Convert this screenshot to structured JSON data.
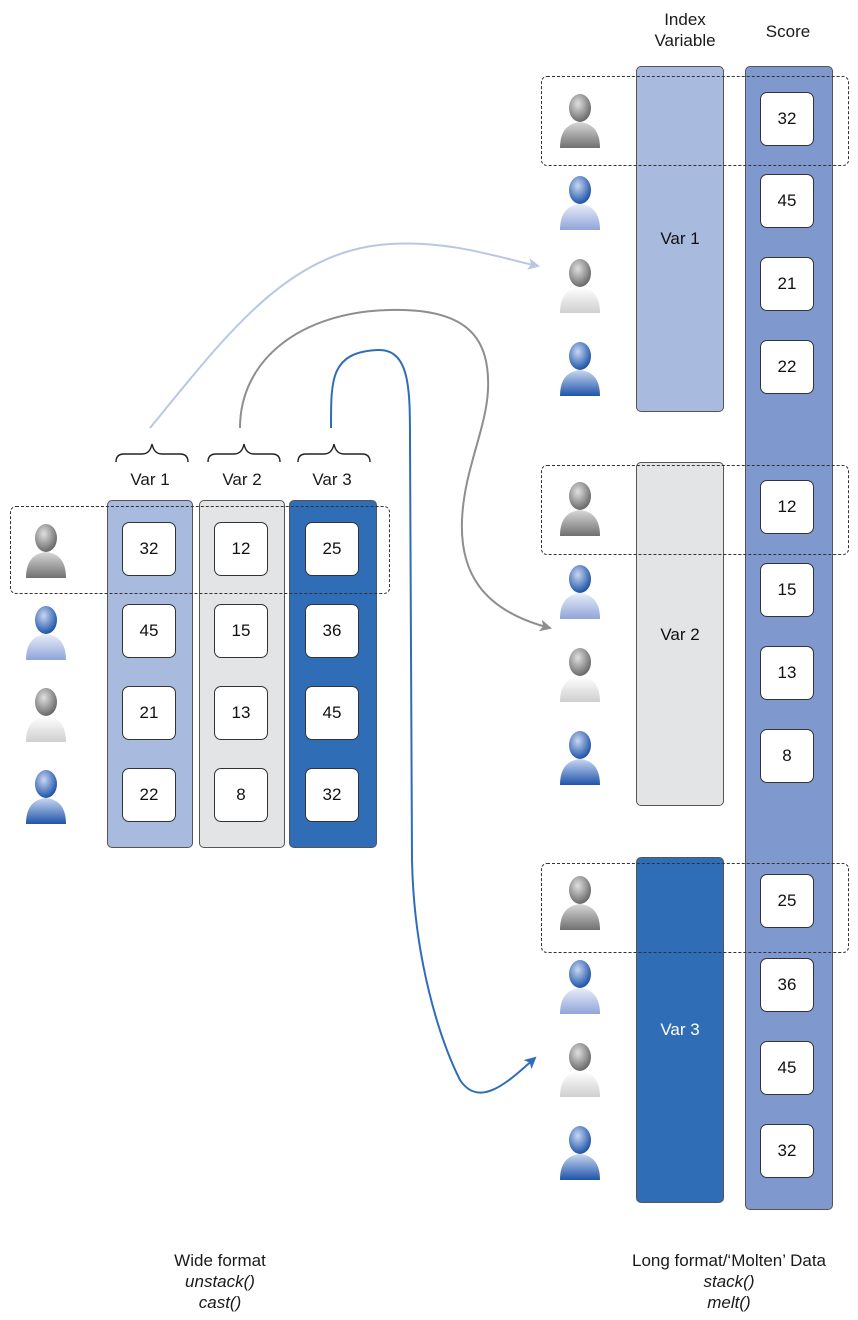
{
  "colors": {
    "var1": "#a9badf",
    "var2": "#e3e4e6",
    "var3": "#2f6db7",
    "score": "#7f98cd",
    "arrow_var1": "#b9c6e4",
    "arrow_var2": "#8e8e8e",
    "arrow_var3": "#2f6db7"
  },
  "wide": {
    "headers": [
      "Var 1",
      "Var 2",
      "Var 3"
    ],
    "rows": [
      [
        "32",
        "12",
        "25"
      ],
      [
        "45",
        "15",
        "36"
      ],
      [
        "21",
        "13",
        "45"
      ],
      [
        "22",
        "8",
        "32"
      ]
    ],
    "caption": {
      "title": "Wide format",
      "fn1": "unstack()",
      "fn2": "cast()"
    }
  },
  "long": {
    "header_index": "Index\nVariable",
    "header_index_line1": "Index",
    "header_index_line2": "Variable",
    "header_score": "Score",
    "blocks": [
      {
        "label": "Var 1",
        "scores": [
          "32",
          "45",
          "21",
          "22"
        ]
      },
      {
        "label": "Var 2",
        "scores": [
          "12",
          "15",
          "13",
          "8"
        ]
      },
      {
        "label": "Var 3",
        "scores": [
          "25",
          "36",
          "45",
          "32"
        ]
      }
    ],
    "caption": {
      "title": "Long format/‘Molten’ Data",
      "fn1": "stack()",
      "fn2": "melt()"
    }
  },
  "people_icons": [
    "person-gray-icon",
    "person-lightblue-icon",
    "person-white-icon",
    "person-blue-icon"
  ]
}
